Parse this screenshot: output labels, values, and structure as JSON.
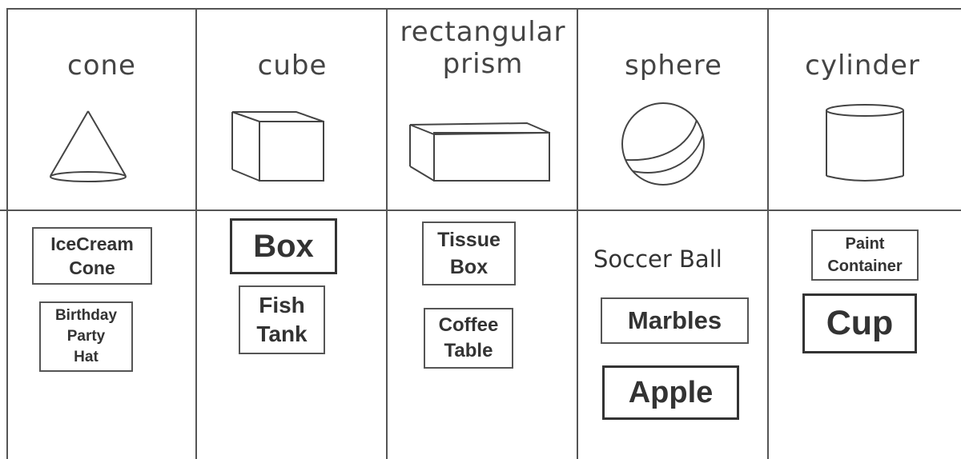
{
  "columns": [
    {
      "title": "cone",
      "icon": "cone-icon"
    },
    {
      "title": "cube",
      "icon": "cube-icon"
    },
    {
      "title": "rectangular\nprism",
      "icon": "rectangular-prism-icon"
    },
    {
      "title": "sphere",
      "icon": "sphere-icon"
    },
    {
      "title": "cylinder",
      "icon": "cylinder-icon"
    }
  ],
  "cards": {
    "icecream_cone": "IceCream\nCone",
    "birthday_party_hat": "Birthday\nParty\nHat",
    "box": "Box",
    "fish_tank": "Fish\nTank",
    "tissue_box": "Tissue\nBox",
    "coffee_table": "Coffee\nTable",
    "soccer_ball": "Soccer Ball",
    "marbles": "Marbles",
    "apple": "Apple",
    "paint_container": "Paint\nContainer",
    "cup": "Cup"
  },
  "colors": {
    "line": "#555555",
    "text": "#333333",
    "background": "#ffffff"
  }
}
